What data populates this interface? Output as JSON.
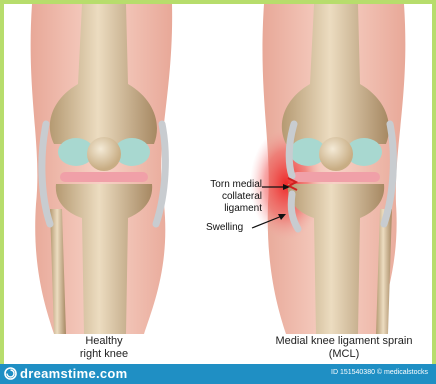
{
  "labels": {
    "left_caption_line1": "Healthy",
    "left_caption_line2": "right knee",
    "right_caption_line1": "Medial knee ligament sprain",
    "right_caption_line2": "(MCL)",
    "torn_line1": "Torn medial",
    "torn_line2": "collateral ligament",
    "swelling": "Swelling"
  },
  "footer": {
    "brand": "dreamstime.com",
    "credit": "ID 151540380 © medicalstocks"
  },
  "colors": {
    "frame": "#b7dd6c",
    "footer": "#1f8fc4",
    "skin": "#f2c4b6",
    "bone": "#d9c3a0",
    "cartilage": "#a8d8d0",
    "swelling": "#ee3030"
  },
  "icons": [
    "dreamstime-logo-icon",
    "arrow-icon"
  ]
}
